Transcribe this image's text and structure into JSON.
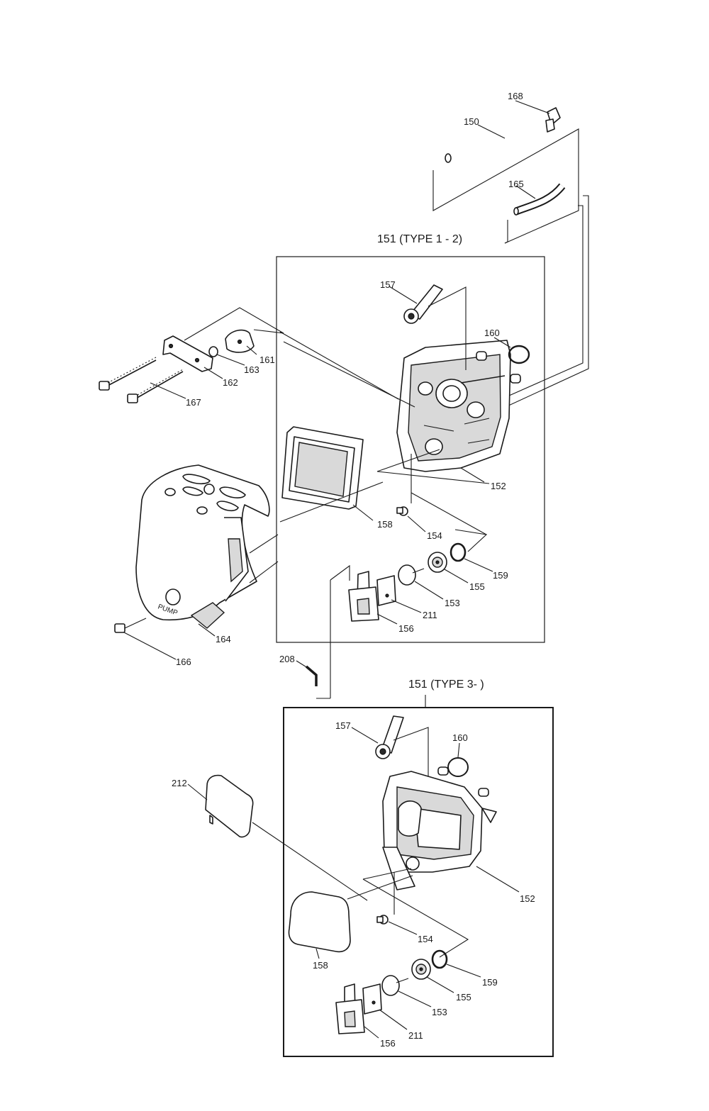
{
  "titles": {
    "group_1": "151 (TYPE 1 - 2)",
    "group_2": "151 (TYPE 3- )"
  },
  "labels": {
    "p168": "168",
    "p150": "150",
    "p165": "165",
    "p157a": "157",
    "p160a": "160",
    "p161": "161",
    "p163": "163",
    "p162": "162",
    "p167": "167",
    "p152a": "152",
    "p158a": "158",
    "p154a": "154",
    "p159a": "159",
    "p155a": "155",
    "p153a": "153",
    "p211a": "211",
    "p156a": "156",
    "p164": "164",
    "p166": "166",
    "p208": "208",
    "p157b": "157",
    "p160b": "160",
    "p212": "212",
    "p152b": "152",
    "p154b": "154",
    "p158b": "158",
    "p159b": "159",
    "p155b": "155",
    "p153b": "153",
    "p211b": "211",
    "p156b": "156"
  },
  "decals": {
    "pump": "PUMP"
  }
}
